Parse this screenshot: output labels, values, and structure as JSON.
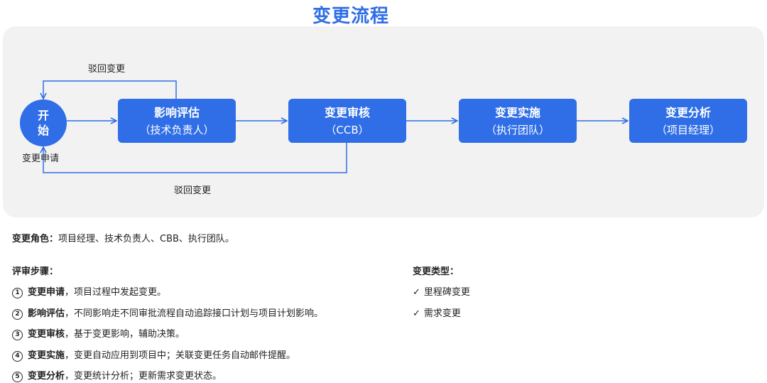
{
  "title": "变更流程",
  "flow": {
    "start": {
      "label": "开始",
      "caption": "变更申请"
    },
    "steps": [
      {
        "name": "影响评估",
        "role": "（技术负责人）"
      },
      {
        "name": "变更审核",
        "role": "（CCB）"
      },
      {
        "name": "变更实施",
        "role": "（执行团队）"
      },
      {
        "name": "变更分析",
        "role": "（项目经理）"
      }
    ],
    "reject_top": "驳回变更",
    "reject_bottom": "驳回变更"
  },
  "roles": {
    "label": "变更角色：",
    "text": "项目经理、技术负责人、CBB、执行团队。"
  },
  "review": {
    "heading": "评审步骤：",
    "items": [
      {
        "num": "1",
        "bold": "变更申请",
        "text": "，项目过程中发起变更。"
      },
      {
        "num": "2",
        "bold": "影响评估",
        "text": "，不同影响走不同审批流程自动追踪接口计划与项目计划影响。"
      },
      {
        "num": "3",
        "bold": "变更审核",
        "text": "，基于变更影响，辅助决策。"
      },
      {
        "num": "4",
        "bold": "变更实施",
        "text": "，变更自动应用到项目中；关联变更任务自动邮件提醒。"
      },
      {
        "num": "5",
        "bold": "变更分析",
        "text": "，变更统计分析；更新需求变更状态。"
      }
    ]
  },
  "types": {
    "heading": "变更类型：",
    "check_glyph": "✓",
    "items": [
      "里程碑变更",
      "需求变更"
    ]
  },
  "colors": {
    "accent": "#2f6ee6",
    "panel": "#f2f2f2"
  }
}
